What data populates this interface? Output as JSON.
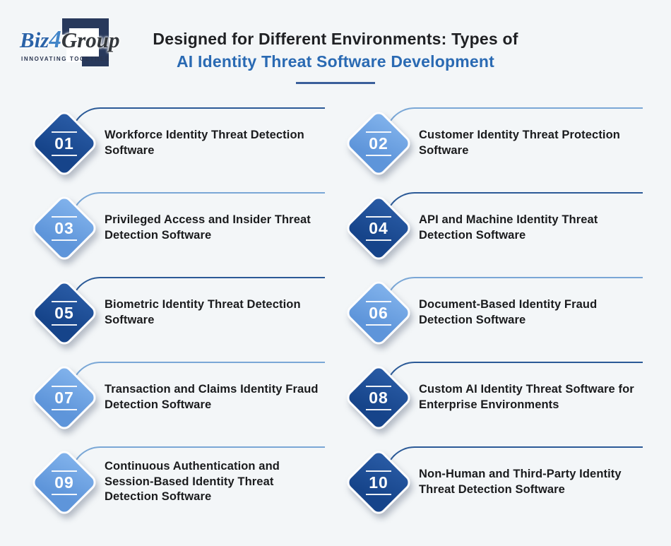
{
  "logo": {
    "name_part1": "Biz",
    "name_part2": "4",
    "name_part3": "Group",
    "tagline": "INNOVATING TOGETHER"
  },
  "header": {
    "title_line1": "Designed for Different Environments: Types of",
    "title_line2": "AI Identity Threat Software Development"
  },
  "items": [
    {
      "number": "01",
      "label": "Workforce Identity Threat Detection Software",
      "variant": "dark"
    },
    {
      "number": "02",
      "label": "Customer Identity Threat Protection Software",
      "variant": "light"
    },
    {
      "number": "03",
      "label": "Privileged Access and Insider Threat Detection Software",
      "variant": "light"
    },
    {
      "number": "04",
      "label": "API and Machine Identity Threat Detection Software",
      "variant": "dark"
    },
    {
      "number": "05",
      "label": "Biometric Identity Threat Detection Software",
      "variant": "dark"
    },
    {
      "number": "06",
      "label": "Document-Based Identity Fraud Detection Software",
      "variant": "light"
    },
    {
      "number": "07",
      "label": "Transaction and Claims Identity Fraud Detection Software",
      "variant": "light"
    },
    {
      "number": "08",
      "label": "Custom AI Identity Threat Software for Enterprise Environments",
      "variant": "dark"
    },
    {
      "number": "09",
      "label": "Continuous Authentication and Session-Based Identity Threat Detection Software",
      "variant": "light"
    },
    {
      "number": "10",
      "label": "Non-Human and Third-Party Identity Threat Detection Software",
      "variant": "dark"
    }
  ],
  "colors": {
    "background": "#f3f6f8",
    "dark_diamond": "#16448a",
    "light_diamond": "#5e95da",
    "dark_line": "#2b5a97",
    "light_line": "#7aa7d6",
    "title_accent": "#2a6ab3",
    "text": "#1a1b1d"
  }
}
